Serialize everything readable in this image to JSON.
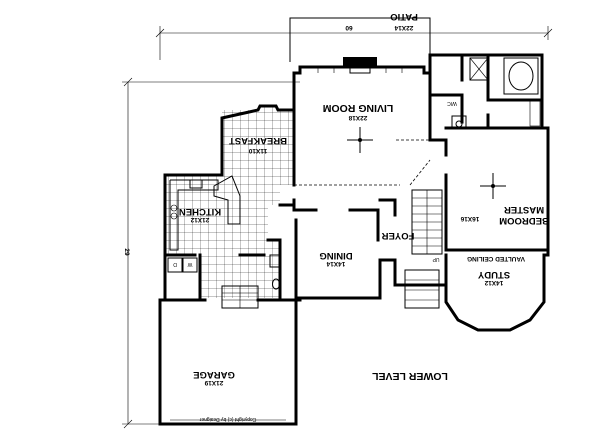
{
  "rooms": {
    "patio": {
      "name": "PATIO",
      "size": "22X14"
    },
    "living": {
      "name": "LIVING ROOM",
      "size": "22X18"
    },
    "breakfast": {
      "name": "BREAKFAST",
      "size": "11X10"
    },
    "kitchen": {
      "name": "KITCHEN",
      "size": "21X12"
    },
    "dining": {
      "name": "DINING",
      "size": "14X14"
    },
    "foyer": {
      "name": "FOYER"
    },
    "master": {
      "name_line1": "MASTER",
      "name_line2": "BEDROOM",
      "size": "16X16"
    },
    "study": {
      "name": "STUDY",
      "size": "14X12"
    },
    "garage": {
      "name": "GARAGE",
      "size": "21X19"
    },
    "wic": {
      "name": "WIC"
    }
  },
  "labels": {
    "vaulted": "VAULTED CEILING",
    "up": "UP",
    "washer": "W",
    "dryer": "D",
    "level": "LOWER LEVEL",
    "copyright": "Copyright (c) by Designer"
  },
  "dimensions": {
    "width": "60",
    "depth": "29"
  }
}
